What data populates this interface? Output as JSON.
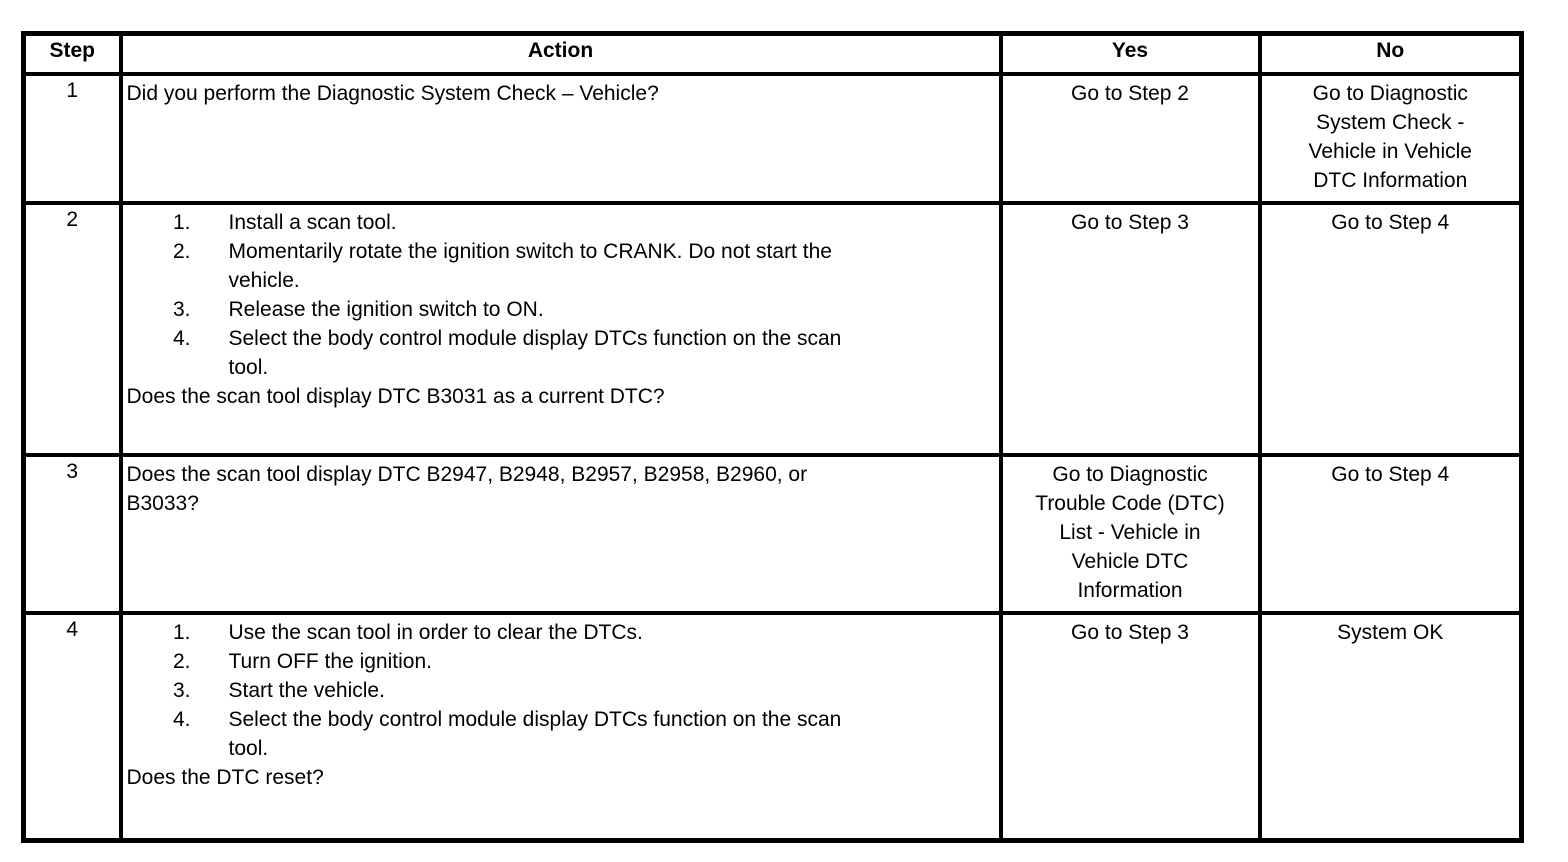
{
  "table": {
    "headers": {
      "step": "Step",
      "action": "Action",
      "yes": "Yes",
      "no": "No"
    },
    "rows": [
      {
        "step": "1",
        "list": [],
        "question": "Did you perform the Diagnostic System Check – Vehicle?",
        "yes": "Go to Step 2",
        "no": "Go to Diagnostic\nSystem Check -\nVehicle in Vehicle\nDTC Information"
      },
      {
        "step": "2",
        "list": [
          "Install a scan tool.",
          "Momentarily rotate the ignition switch to CRANK. Do not start the\nvehicle.",
          "Release the ignition switch to ON.",
          "Select the body control module display DTCs function on the scan\ntool."
        ],
        "question": "Does the scan tool display DTC B3031 as a current DTC?",
        "yes": "Go to Step 3",
        "no": "Go to Step 4"
      },
      {
        "step": "3",
        "list": [],
        "question": "Does the scan tool display DTC B2947, B2948, B2957, B2958, B2960, or\nB3033?",
        "yes": "Go to Diagnostic\nTrouble Code (DTC)\nList - Vehicle in\nVehicle DTC\nInformation",
        "no": "Go to Step 4"
      },
      {
        "step": "4",
        "list": [
          "Use the scan tool in order to clear the DTCs.",
          "Turn OFF the ignition.",
          "Start the vehicle.",
          "Select the body control module display DTCs function on the scan\ntool."
        ],
        "question": "Does the DTC reset?",
        "yes": "Go to Step 3",
        "no": "System OK"
      }
    ]
  }
}
